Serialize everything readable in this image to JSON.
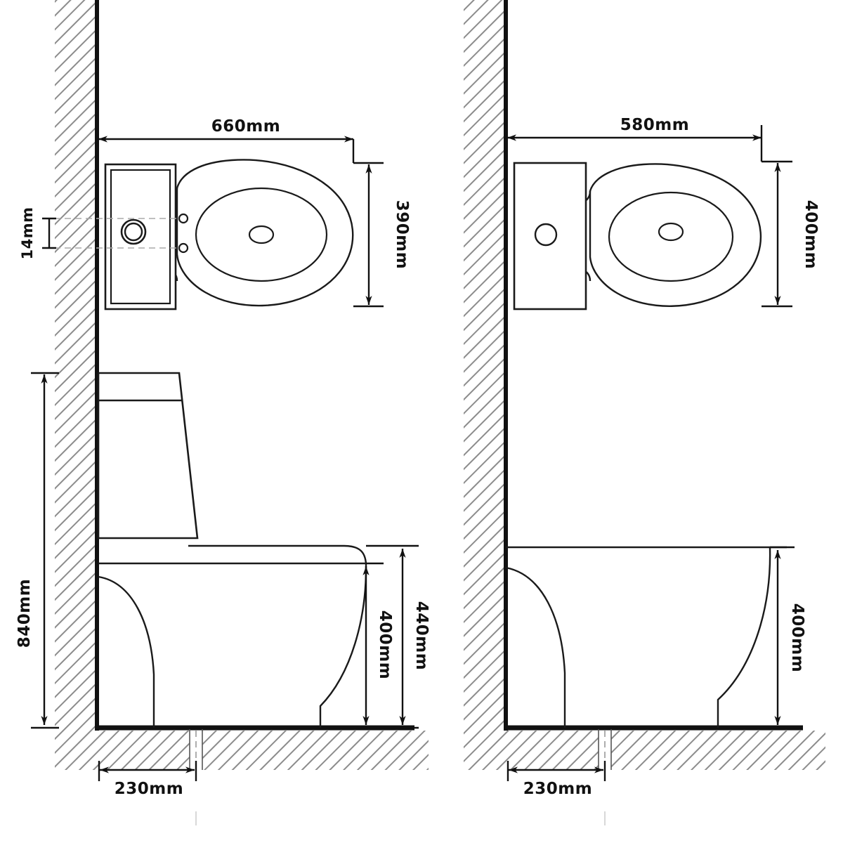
{
  "drawing": {
    "title": "Toilet suite installation dimension drawing",
    "units": "mm",
    "line_color": "#1a1a1a",
    "hatch_color": "#8c8c8c",
    "background": "#ffffff",
    "panels": [
      {
        "id": "left",
        "name": "close-coupled-toilet-left",
        "plan": {
          "depth_label": "660mm",
          "width_label": "390mm",
          "button_offset_label": "14mm",
          "cistern": {
            "has_inner_lid": true,
            "has_double_ring_button": true,
            "fixing_holes": 2
          }
        },
        "elevation": {
          "total_height_label": "840mm",
          "seat_height_label": "440mm",
          "rim_height_label": "400mm",
          "pipe_offset_label": "230mm",
          "has_tank": true
        }
      },
      {
        "id": "right",
        "name": "back-to-wall-toilet-right",
        "plan": {
          "depth_label": "580mm",
          "width_label": "400mm",
          "cistern": {
            "has_inner_lid": false,
            "has_double_ring_button": false,
            "fixing_holes": 0
          }
        },
        "elevation": {
          "rim_height_label": "400mm",
          "pipe_offset_label": "230mm",
          "has_tank": false
        }
      }
    ],
    "labels": {
      "left_plan_depth": "660mm",
      "left_plan_width": "390mm",
      "left_button_offset": "14mm",
      "left_total_height": "840mm",
      "left_seat_height": "440mm",
      "left_rim_height": "400mm",
      "left_pipe_offset": "230mm",
      "right_plan_depth": "580mm",
      "right_plan_width": "400mm",
      "right_rim_height": "400mm",
      "right_pipe_offset": "230mm"
    }
  }
}
